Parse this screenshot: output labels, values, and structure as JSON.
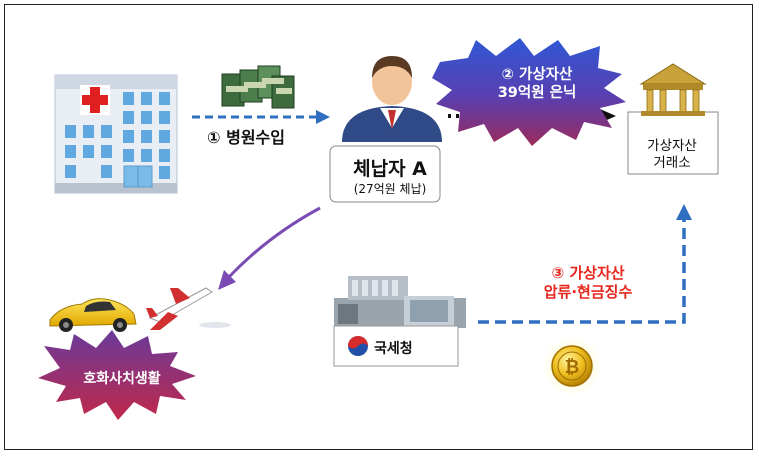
{
  "nodes": {
    "taxpayer_name": "체납자 A",
    "taxpayer_note": "(27억원 체납)",
    "exchange_line1": "가상자산",
    "exchange_line2": "거래소",
    "nts_name": "국세청",
    "luxury_life": "호화사치생활"
  },
  "steps": {
    "step1": "① 병원수입",
    "step2_line1": "② 가상자산",
    "step2_line2": "39억원 은닉",
    "step3_line1": "③ 가상자산",
    "step3_line2": "압류·현금징수"
  },
  "colors": {
    "arrow_blue": "#2e6fbf",
    "arrow_purple": "#7a4bb4",
    "step3_red": "#e8261e",
    "burst_top": "#3b57c7",
    "burst_bottom": "#8a2a62",
    "cross_red": "#e02020"
  },
  "icons": [
    "hospital-icon",
    "money-stack-icon",
    "person-icon",
    "bank-icon",
    "sports-car-icon",
    "airplane-icon",
    "nts-building-icon",
    "nts-logo-icon",
    "bitcoin-coin-icon"
  ]
}
